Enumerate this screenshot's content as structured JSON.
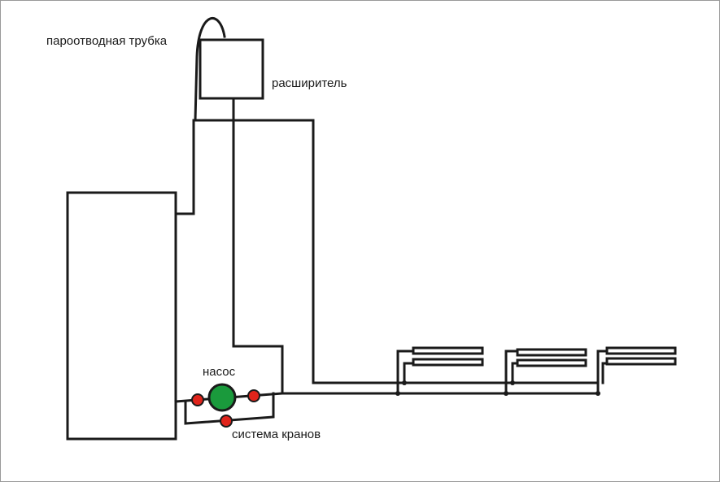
{
  "labels": {
    "steam_pipe": "пароотводная трубка",
    "expander": "расширитель",
    "pump": "насос",
    "valves": "система кранов"
  },
  "colors": {
    "line": "#1a1a1a",
    "pump": "#1a9a3c",
    "valve": "#e0241b",
    "frame": "#999999",
    "background": "#ffffff"
  }
}
